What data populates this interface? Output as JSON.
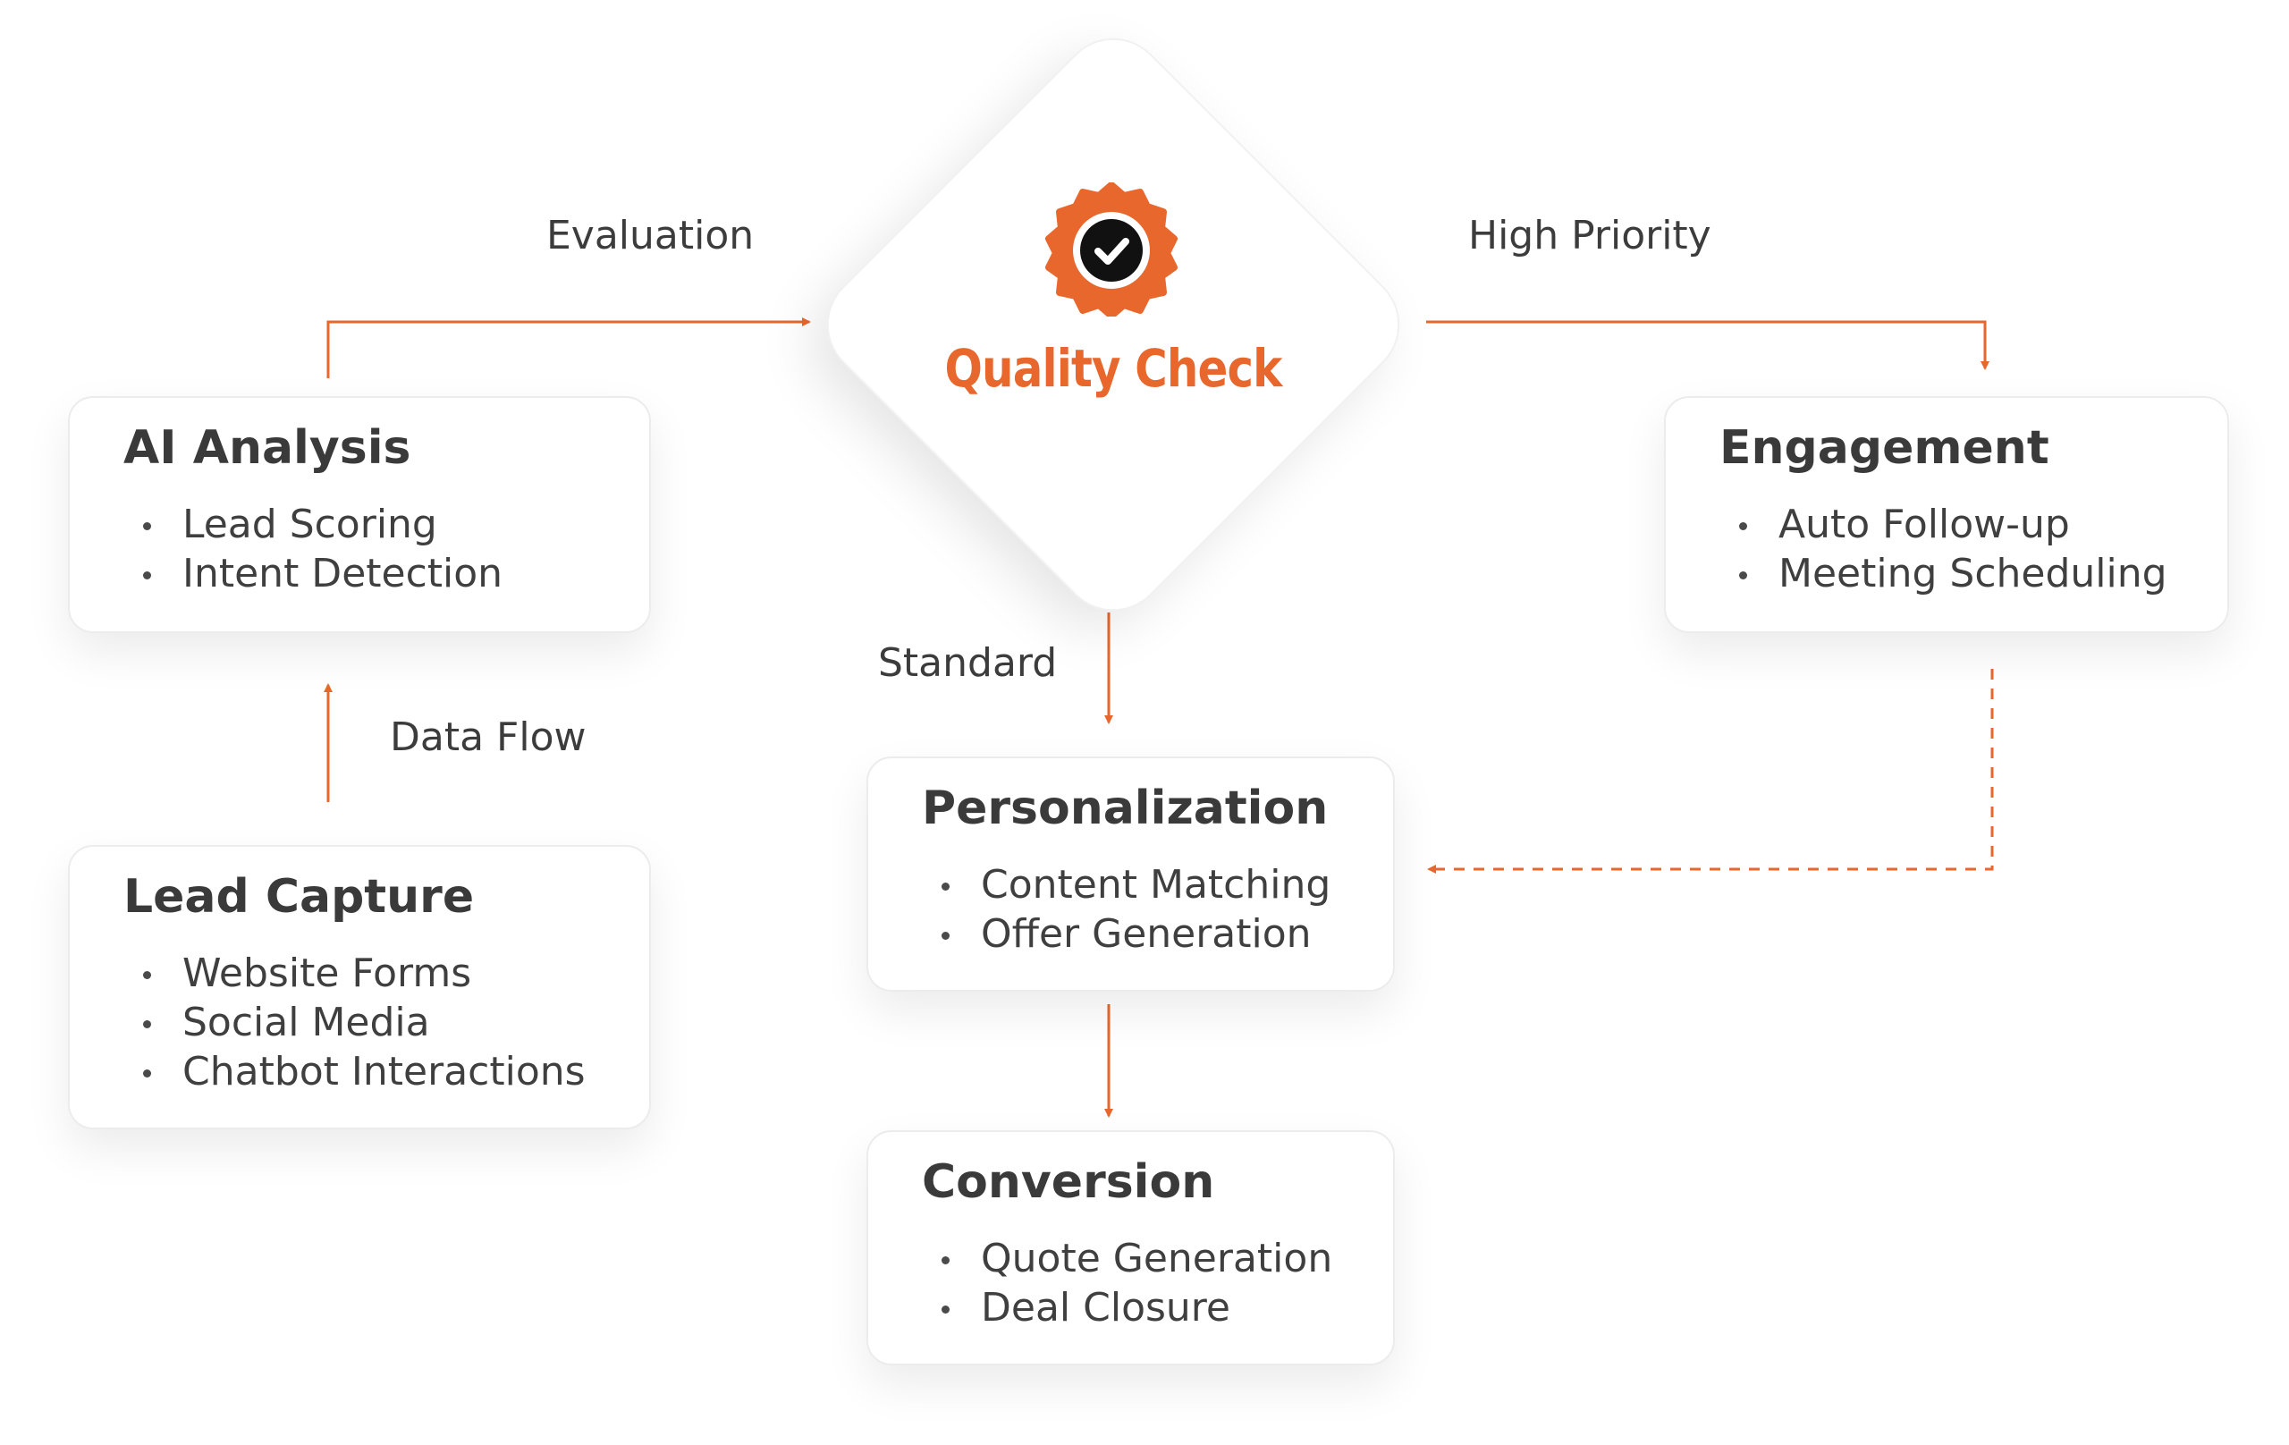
{
  "colors": {
    "accent": "#e8672c",
    "text": "#3c3c3c",
    "card_border": "#ececec",
    "background": "#ffffff"
  },
  "center": {
    "title": "Quality Check",
    "icon": "badge-check-icon"
  },
  "nodes": {
    "ai_analysis": {
      "title": "AI Analysis",
      "items": [
        "Lead Scoring",
        "Intent Detection"
      ]
    },
    "lead_capture": {
      "title": "Lead Capture",
      "items": [
        "Website Forms",
        "Social Media",
        "Chatbot Interactions"
      ]
    },
    "engagement": {
      "title": "Engagement",
      "items": [
        "Auto Follow-up",
        "Meeting Scheduling"
      ]
    },
    "personalization": {
      "title": "Personalization",
      "items": [
        "Content Matching",
        "Offer Generation"
      ]
    },
    "conversion": {
      "title": "Conversion",
      "items": [
        "Quote Generation",
        "Deal Closure"
      ]
    }
  },
  "edges": {
    "evaluation": "Evaluation",
    "high_priority": "High Priority",
    "standard": "Standard",
    "data_flow": "Data Flow"
  }
}
